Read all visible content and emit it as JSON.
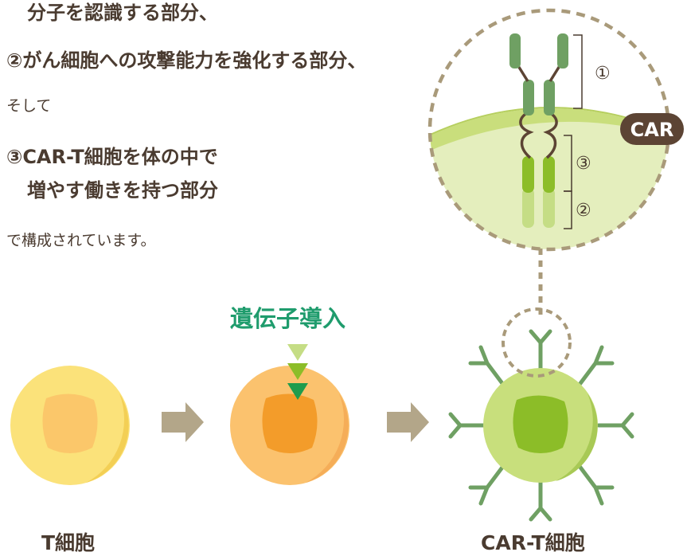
{
  "text": {
    "line1": "分子を認識する部分、",
    "line2": "②がん細胞への攻撃能力を強化する部分、",
    "line3": "そして",
    "line4": "③CAR-T細胞を体の中で",
    "line5": "増やす働きを持つ部分",
    "line6": "で構成されています。"
  },
  "zoom": {
    "badge": "CAR",
    "num1": "①",
    "num2": "②",
    "num3": "③"
  },
  "process": {
    "gene_transfer": "遺伝子導入",
    "t_cell_label": "T細胞",
    "car_t_label": "CAR-T細胞"
  },
  "colors": {
    "text": "#4a3b30",
    "accent_green": "#1f9c6d",
    "dashed_circle": "#a99a7a",
    "arrow": "#b3a689",
    "car_badge": "#5c4434"
  }
}
